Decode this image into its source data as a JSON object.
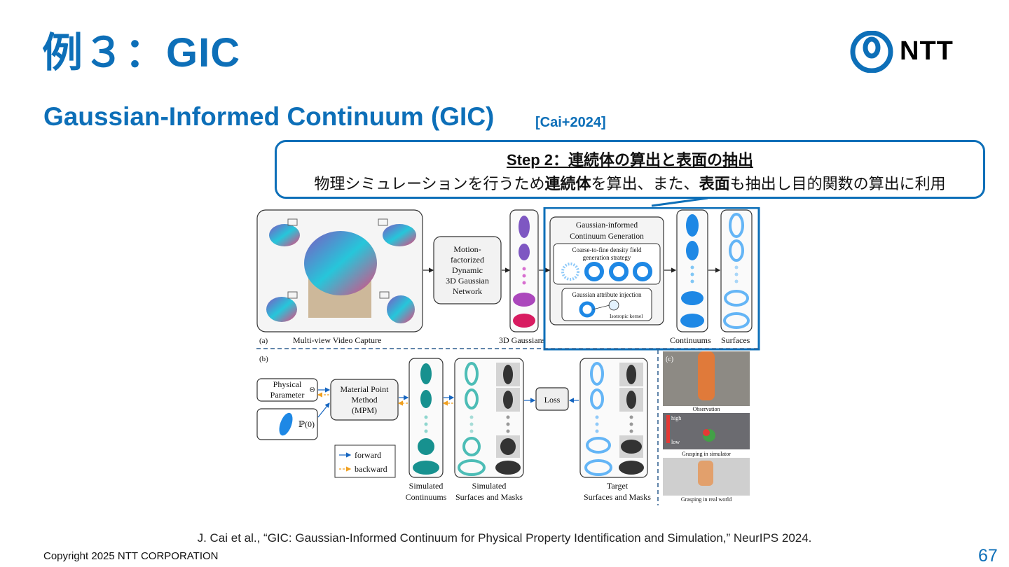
{
  "title": "例３：GIC",
  "logo": {
    "text": "NTT"
  },
  "subtitle": "Gaussian-Informed Continuum (GIC)",
  "subtitle_ref": "[Cai+2024]",
  "callout": {
    "heading": "Step 2：連続体の算出と表面の抽出",
    "body_1": "物理シミュレーションを行うため",
    "body_bold_1": "連続体",
    "body_2": "を算出、また、",
    "body_bold_2": "表面",
    "body_3": "も抽出し目的関数の算出に利用"
  },
  "figure": {
    "panel_a": "(a)",
    "panel_b": "(b)",
    "panel_c": "(c)",
    "multiview": "Multi-view Video Capture",
    "motion_1": "Motion-",
    "motion_2": "factorized",
    "motion_3": "Dynamic",
    "motion_4": "3D Gaussian",
    "motion_5": "Network",
    "gaussians": "3D Gaussians",
    "gic_1": "Gaussian-informed",
    "gic_2": "Continuum Generation",
    "ctf_1": "Coarse-to-fine density field",
    "ctf_2": "generation strategy",
    "attr": "Gaussian attribute injection",
    "iso": "Isotropic kernel",
    "continuums": "Continuums",
    "surfaces": "Surfaces",
    "phys_1": "Physical",
    "phys_2": "Parameter",
    "theta": "Θ",
    "p0": "ℙ(0)",
    "mpm_1": "Material Point",
    "mpm_2": "Method",
    "mpm_3": "(MPM)",
    "loss": "Loss",
    "forward": "forward",
    "backward": "backward",
    "sim_cont_1": "Simulated",
    "sim_cont_2": "Continuums",
    "sim_surf_1": "Simulated",
    "sim_surf_2": "Surfaces and Masks",
    "target_1": "Target",
    "target_2": "Surfaces and Masks",
    "observation": "Observation",
    "high": "high",
    "low": "low",
    "grasp_sim": "Grasping in simulator",
    "grasp_real": "Grasping in real world"
  },
  "citation": "J. Cai et al., “GIC: Gaussian-Informed Continuum for Physical Property Identification and Simulation,” NeurIPS 2024.",
  "copyright": "Copyright 2025 NTT CORPORATION",
  "page_number": "67",
  "colors": {
    "brand_blue": "#0d6fb8",
    "torus_blue": "#1e88e5",
    "teal": "#2bb3b3"
  }
}
